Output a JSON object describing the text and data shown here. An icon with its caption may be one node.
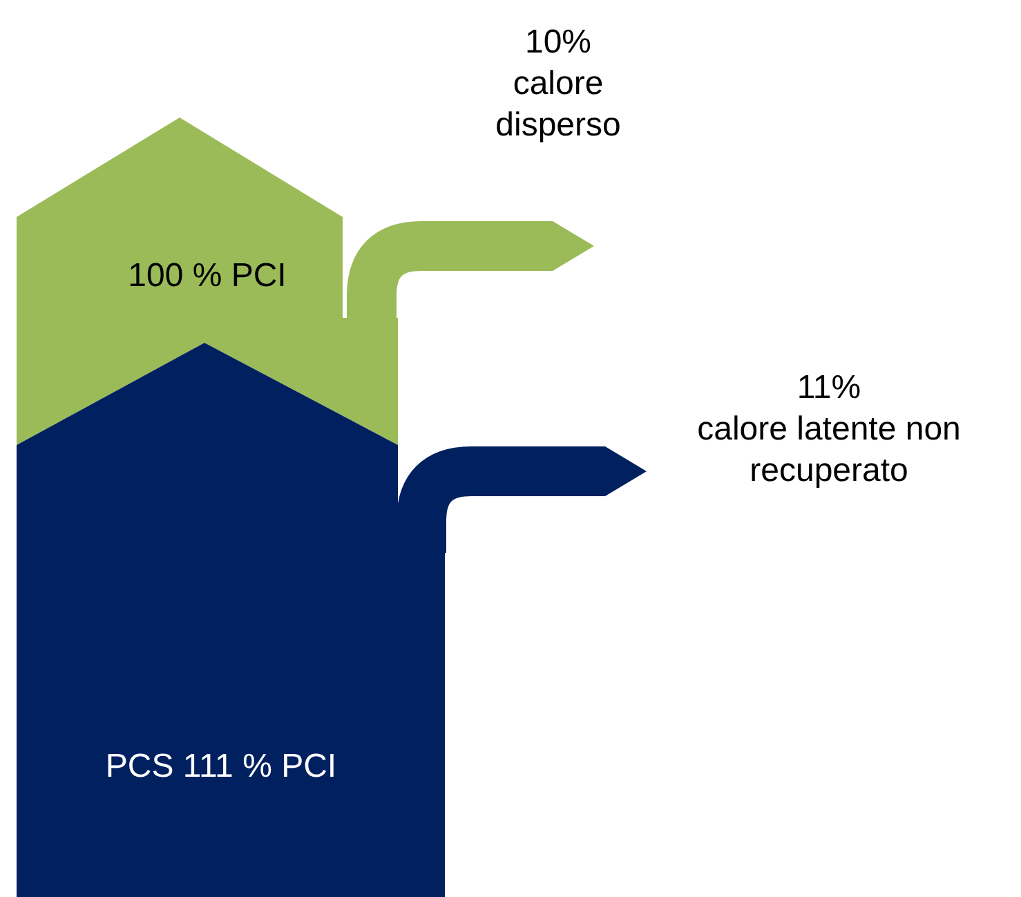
{
  "diagram": {
    "nodes": [
      {
        "text": [
          "100 % PCI"
        ]
      },
      {
        "text": [
          "PCS 111 % PCI"
        ]
      },
      {
        "text": [
          "10%",
          "calore disperso"
        ]
      },
      {
        "text": [
          "11%",
          "calore latente non recuperato"
        ]
      }
    ],
    "edges": [
      {
        "from": 0,
        "to": 2,
        "arrow": "to",
        "color": "#9bbb59"
      },
      {
        "from": 1,
        "to": 3,
        "arrow": "to",
        "color": "#002060"
      }
    ]
  }
}
